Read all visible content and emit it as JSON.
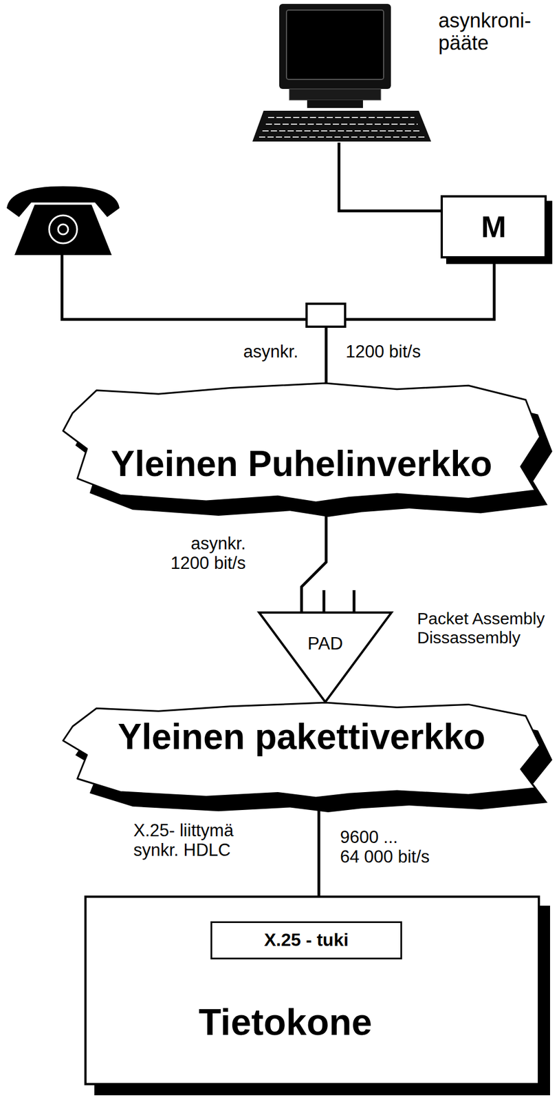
{
  "diagram": {
    "nodes": [
      {
        "text": [
          "asynkroni- pääte"
        ]
      },
      {
        "text": [
          "M"
        ]
      },
      {
        "text": [
          "Yleinen Puhelinverkko"
        ]
      },
      {
        "text": [
          "PAD",
          "Packet Assembly Dissassembly"
        ]
      },
      {
        "text": [
          "Yleinen pakettiverkko"
        ]
      },
      {
        "text": [
          "Tietokone"
        ]
      },
      {
        "text": [
          "X.25 - tuki"
        ],
        "in": 5
      }
    ],
    "edges": [
      {
        "from": 0,
        "to": 1,
        "arrow": "none"
      },
      {
        "from": 1,
        "to": 2,
        "arrow": "none"
      },
      {
        "from": 2,
        "to": 3,
        "arrow": "none"
      },
      {
        "from": 4,
        "to": 5,
        "arrow": "none"
      }
    ],
    "labels": [
      "asynkr.",
      "1200 bit/s",
      "asynkr. 1200 bit/s",
      "X.25- liittymä synkr. HDLC",
      "9600 ... 64 000 bit/s"
    ]
  }
}
